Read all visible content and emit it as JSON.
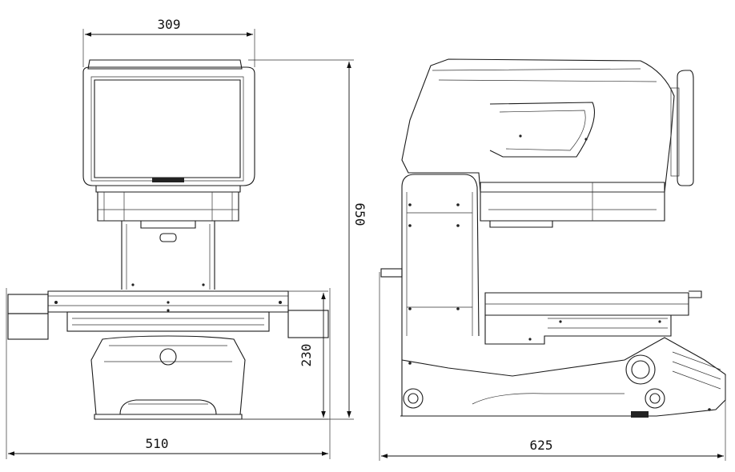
{
  "dimensions": {
    "front_view": {
      "top_width": "309",
      "total_height": "650",
      "table_height": "230",
      "base_width": "510"
    },
    "side_view": {
      "depth": "625"
    }
  },
  "colors": {
    "line": "#1a1a1a",
    "background": "#ffffff"
  }
}
